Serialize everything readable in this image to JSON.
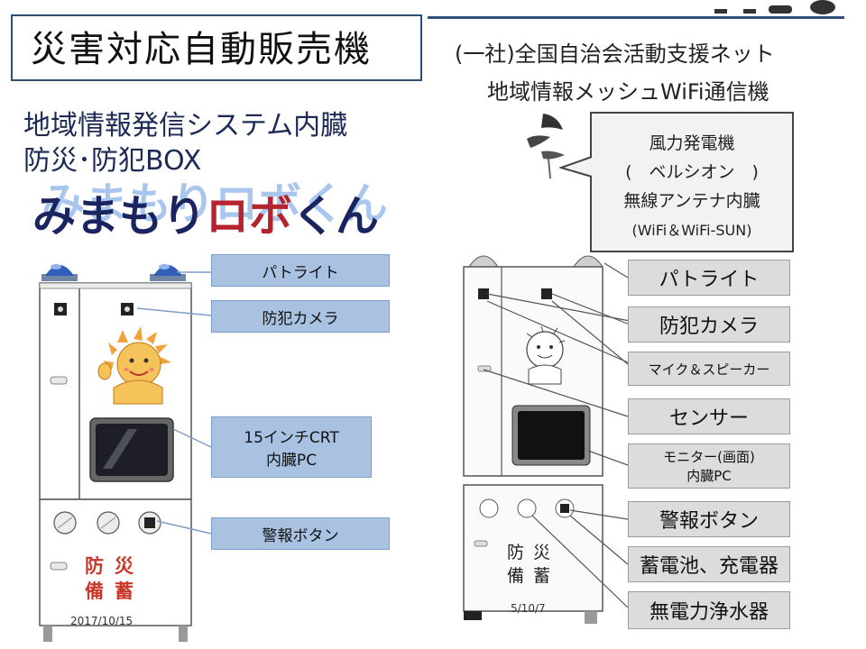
{
  "title": "災害対応自動販売機",
  "subtitle": {
    "line1": "地域情報発信システム内臓",
    "line2": "防災･防犯BOX"
  },
  "logo": {
    "part1": "みまもり",
    "part2": "ロボ",
    "part3": "くん"
  },
  "left_callouts": [
    {
      "text": "パトライト"
    },
    {
      "text": "防犯カメラ"
    },
    {
      "text": "15インチCRT\n内臓PC"
    },
    {
      "text": "警報ボタン"
    }
  ],
  "left_machine": {
    "panel_text": [
      "防",
      "災",
      "備",
      "蓄"
    ],
    "date": "2017/10/15"
  },
  "right": {
    "title_line1": "(一社)全国自治会活動支援ネット",
    "title_line2": "地域情報メッシュWiFi通信機",
    "balloon": [
      "風力発電機",
      "(　ベルシオン　)",
      "無線アンテナ内臓",
      "(WiFi＆WiFi-SUN)"
    ],
    "callouts": [
      {
        "text": "パトライト"
      },
      {
        "text": "防犯カメラ"
      },
      {
        "text": "マイク＆スピーカー"
      },
      {
        "text": "センサー"
      },
      {
        "text": "モニター(画面)\n内臓PC"
      },
      {
        "text": "警報ボタン"
      },
      {
        "text": "蓄電池、充電器"
      },
      {
        "text": "無電力浄水器"
      }
    ],
    "panel_text": [
      "防",
      "災",
      "備",
      "蓄"
    ],
    "date": "5/10/7"
  },
  "colors": {
    "title_border": "#2d4f78",
    "callout_fill": "#aac2e2",
    "logo_navy": "#1a2560",
    "logo_red": "#b5232e",
    "beacon_blue": "#2f5fb8"
  }
}
